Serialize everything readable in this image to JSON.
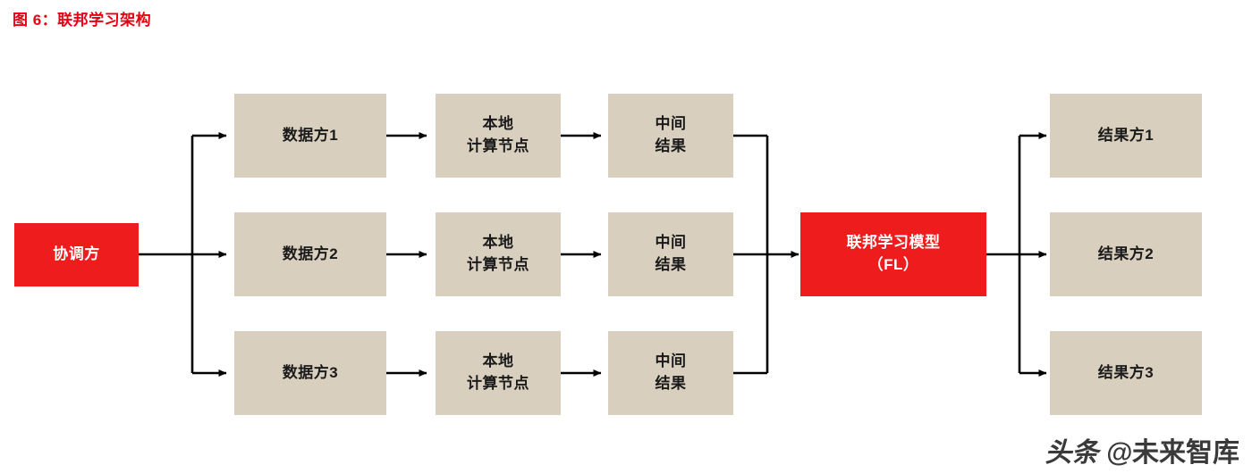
{
  "title": "图 6：联邦学习架构",
  "watermark": {
    "prefix": "头条 @",
    "name": "未来智库"
  },
  "colors": {
    "title_red": "#e60012",
    "node_red": "#ee1c1c",
    "node_beige": "#d8cfbe",
    "arrow": "#000000",
    "text_dark": "#1a1a1a",
    "text_light": "#ffffff"
  },
  "diagram": {
    "type": "flowchart",
    "coordinator": {
      "label": "协调方",
      "style": "red"
    },
    "data_parties": [
      {
        "label": "数据方1",
        "style": "beige"
      },
      {
        "label": "数据方2",
        "style": "beige"
      },
      {
        "label": "数据方3",
        "style": "beige"
      }
    ],
    "compute_nodes": [
      {
        "line1": "本地",
        "line2": "计算节点",
        "style": "beige"
      },
      {
        "line1": "本地",
        "line2": "计算节点",
        "style": "beige"
      },
      {
        "line1": "本地",
        "line2": "计算节点",
        "style": "beige"
      }
    ],
    "intermediate_results": [
      {
        "line1": "中间",
        "line2": "结果",
        "style": "beige"
      },
      {
        "line1": "中间",
        "line2": "结果",
        "style": "beige"
      },
      {
        "line1": "中间",
        "line2": "结果",
        "style": "beige"
      }
    ],
    "model": {
      "line1": "联邦学习模型",
      "line2": "（FL）",
      "style": "red"
    },
    "result_parties": [
      {
        "label": "结果方1",
        "style": "beige"
      },
      {
        "label": "结果方2",
        "style": "beige"
      },
      {
        "label": "结果方3",
        "style": "beige"
      }
    ]
  }
}
